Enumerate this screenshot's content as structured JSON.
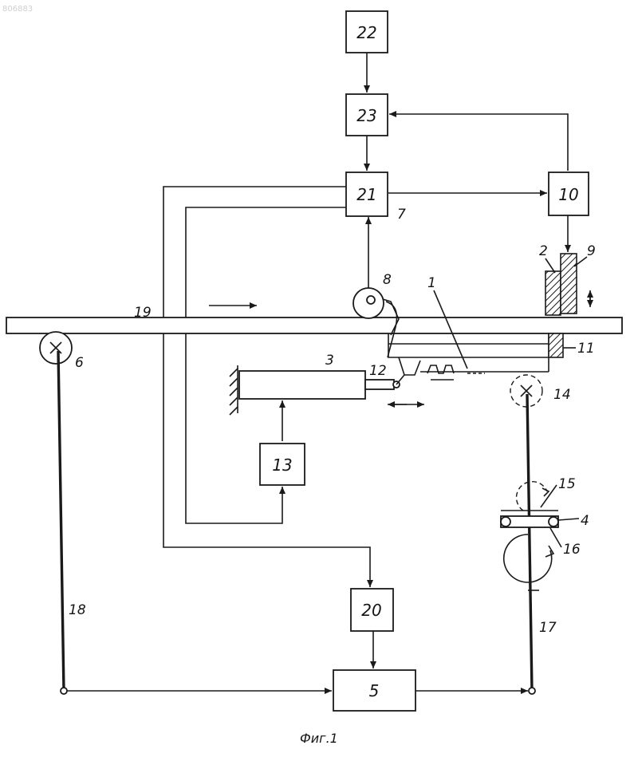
{
  "blocks": {
    "b22": "22",
    "b23": "23",
    "b21": "21",
    "b10": "10",
    "b13": "13",
    "b20": "20",
    "b5": "5"
  },
  "labels": {
    "l1": "1",
    "l2": "2",
    "l3": "3",
    "l4": "4",
    "l6": "6",
    "l7": "7",
    "l8": "8",
    "l9": "9",
    "l11": "11",
    "l12": "12",
    "l14": "14",
    "l15": "15",
    "l16": "16",
    "l17": "17",
    "l18": "18",
    "l19": "19"
  },
  "caption": "Фиг.1",
  "corner_id": "806883"
}
